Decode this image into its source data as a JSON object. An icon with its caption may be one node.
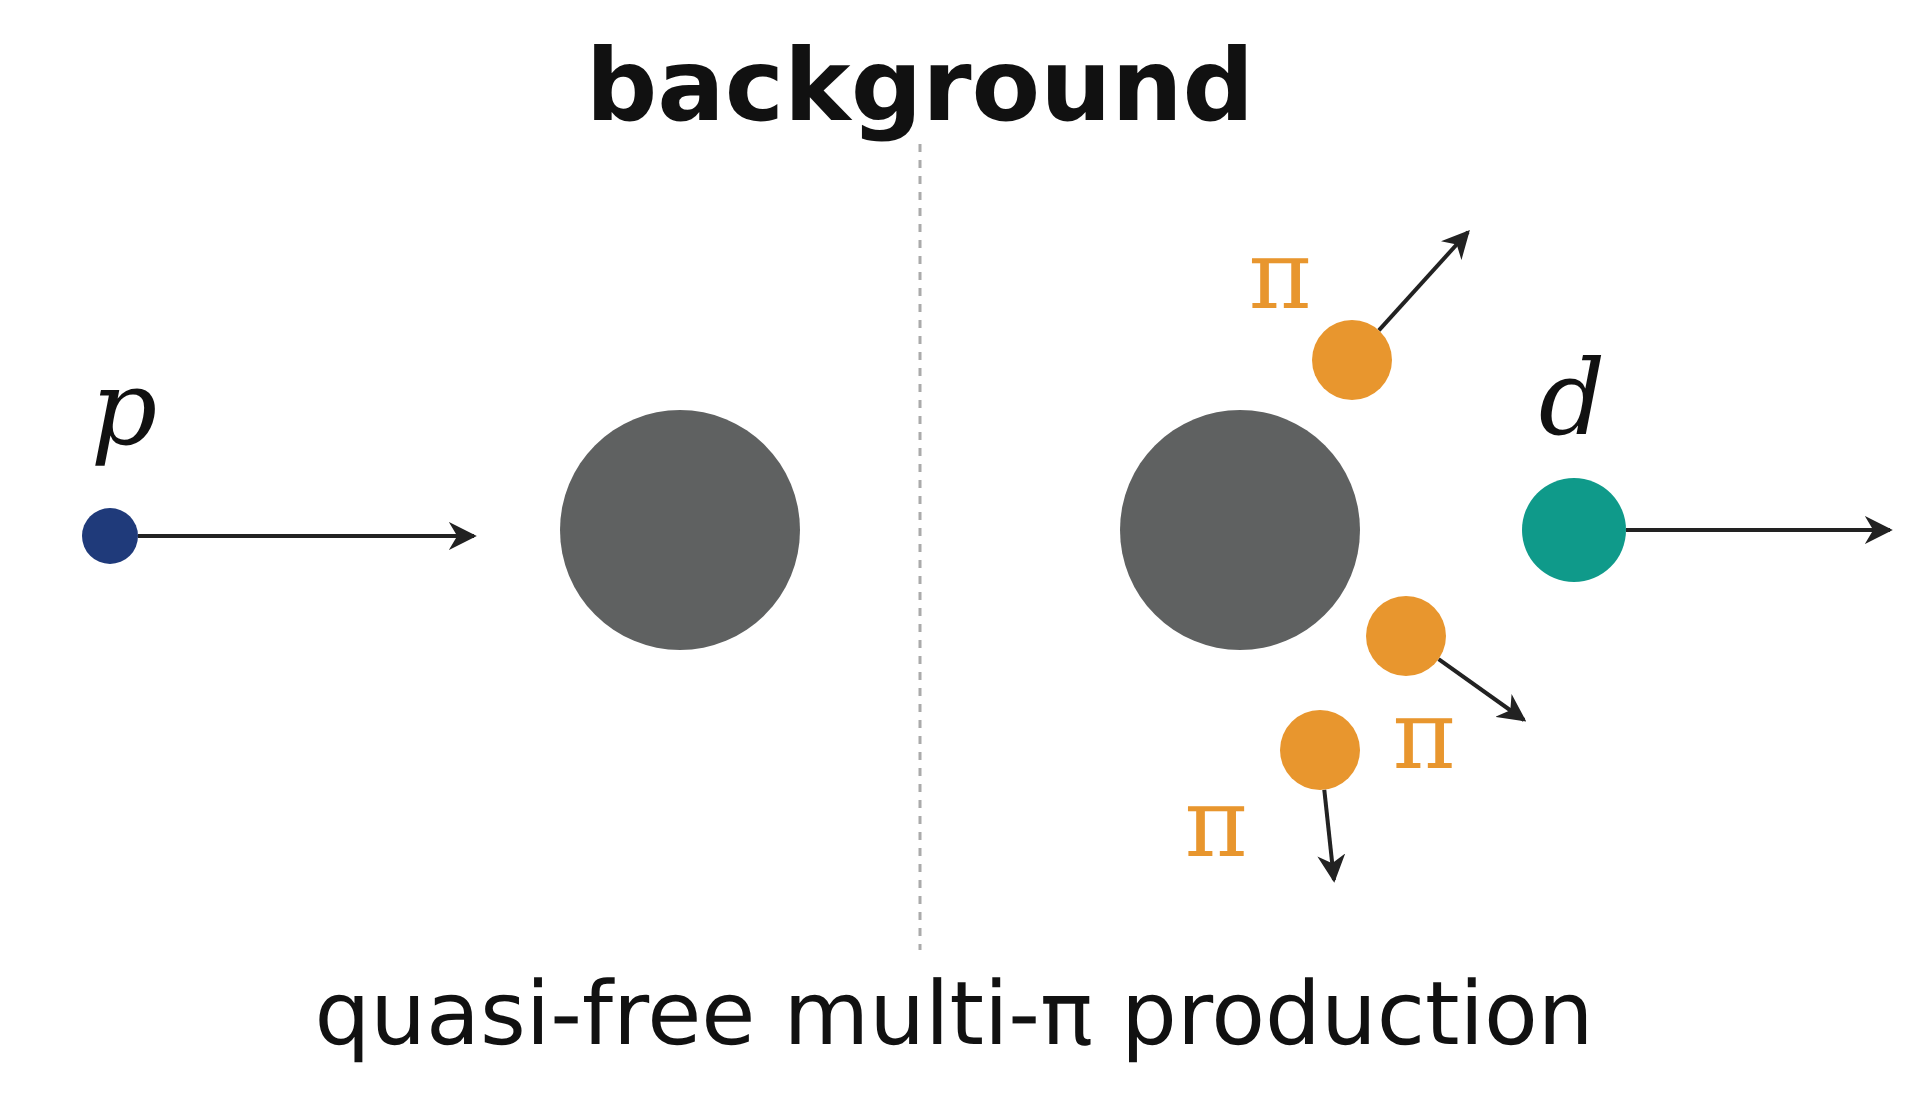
{
  "diagram": {
    "title": "background",
    "caption": "quasi-free multi-π production",
    "nodes": [
      {
        "text": [
          "p"
        ]
      },
      {
        "text": [],
        "shape": "circle"
      },
      {
        "text": [],
        "shape": "circle"
      },
      {
        "text": [
          "π"
        ]
      },
      {
        "text": [
          "d"
        ]
      },
      {
        "text": [
          "π"
        ]
      },
      {
        "text": [
          "π"
        ]
      }
    ],
    "edges": [
      {
        "from": 0,
        "to": null,
        "arrow": "to"
      },
      {
        "from": 3,
        "to": null,
        "arrow": "to"
      },
      {
        "from": 4,
        "to": null,
        "arrow": "to"
      },
      {
        "from": 5,
        "to": null,
        "arrow": "to"
      },
      {
        "from": 6,
        "to": null,
        "arrow": "to"
      }
    ]
  }
}
